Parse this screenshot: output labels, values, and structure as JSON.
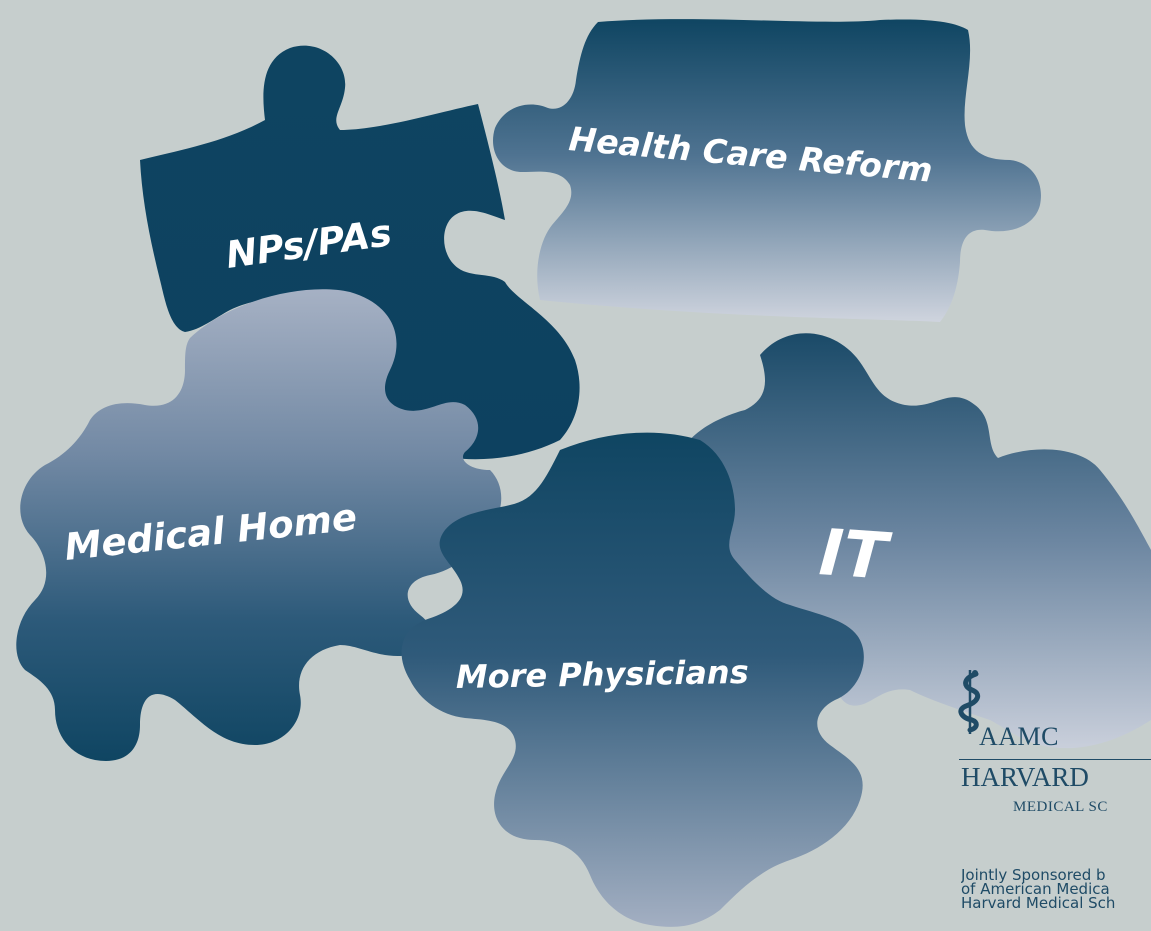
{
  "colors": {
    "background": "#c6cecd",
    "piece_dark": "#0f4562",
    "piece_light": "#c2c8d4",
    "label": "#ffffff",
    "logo_text": "#1f4b66"
  },
  "puzzle_pieces": [
    {
      "label": "Health Care Reform"
    },
    {
      "label": "NPs/PAs"
    },
    {
      "label": "IT"
    },
    {
      "label": "Medical Home"
    },
    {
      "label": "More Physicians"
    }
  ],
  "logos": {
    "aamc": "AAMC",
    "harvard": "HARVARD",
    "medical_school": "MEDICAL SC"
  },
  "sponsor_lines": [
    "Jointly Sponsored b",
    "of American Medica",
    "Harvard Medical Sch"
  ]
}
